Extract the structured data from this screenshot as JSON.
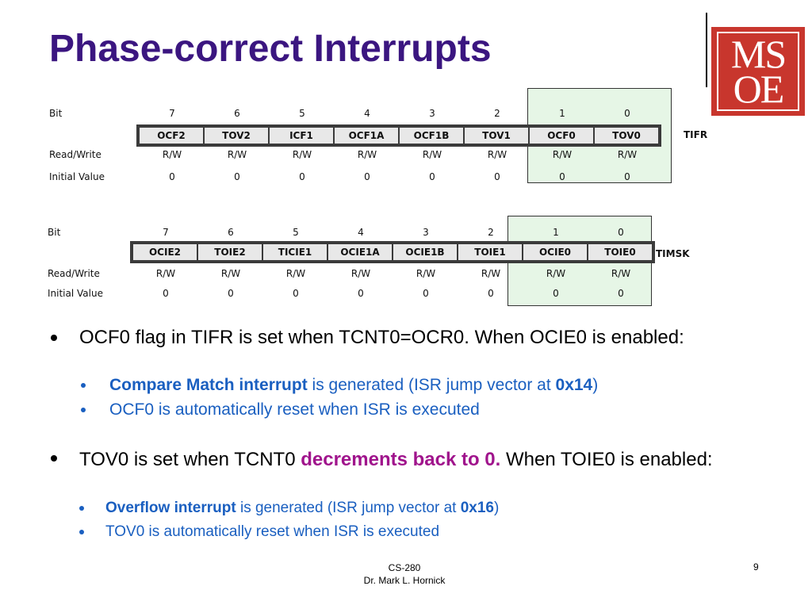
{
  "title": "Phase-correct Interrupts",
  "logo": {
    "line1": "MS",
    "line2": "OE"
  },
  "colors": {
    "title": "#3b1680",
    "accent_blue": "#1a5fc0",
    "accent_magenta": "#a0148c",
    "logo_red": "#c8362d"
  },
  "tifr": {
    "row_bit": "Bit",
    "row_rw": "Read/Write",
    "row_init": "Initial Value",
    "name": "TIFR",
    "bits": [
      "7",
      "6",
      "5",
      "4",
      "3",
      "2",
      "1",
      "0"
    ],
    "fields": [
      "OCF2",
      "TOV2",
      "ICF1",
      "OCF1A",
      "OCF1B",
      "TOV1",
      "OCF0",
      "TOV0"
    ],
    "rw": [
      "R/W",
      "R/W",
      "R/W",
      "R/W",
      "R/W",
      "R/W",
      "R/W",
      "R/W"
    ],
    "init": [
      "0",
      "0",
      "0",
      "0",
      "0",
      "0",
      "0",
      "0"
    ]
  },
  "timsk": {
    "row_bit": "Bit",
    "row_rw": "Read/Write",
    "row_init": "Initial Value",
    "name": "TIMSK",
    "bits": [
      "7",
      "6",
      "5",
      "4",
      "3",
      "2",
      "1",
      "0"
    ],
    "fields": [
      "OCIE2",
      "TOIE2",
      "TICIE1",
      "OCIE1A",
      "OCIE1B",
      "TOIE1",
      "OCIE0",
      "TOIE0"
    ],
    "rw": [
      "R/W",
      "R/W",
      "R/W",
      "R/W",
      "R/W",
      "R/W",
      "R/W",
      "R/W"
    ],
    "init": [
      "0",
      "0",
      "0",
      "0",
      "0",
      "0",
      "0",
      "0"
    ]
  },
  "bullet1": {
    "text": "OCF0 flag in TIFR is set when TCNT0=OCR0. When OCIE0 is enabled:",
    "sub1": {
      "bold": "Compare Match interrupt",
      "middle": " is generated (ISR jump vector at ",
      "vector": "0x14",
      "end": ")"
    },
    "sub2": "OCF0 is automatically reset when ISR is executed"
  },
  "bullet2": {
    "pre": "TOV0 is set when TCNT0 ",
    "emph": "decrements back to 0.",
    "post": " When TOIE0 is enabled:",
    "sub1": {
      "bold": "Overflow interrupt",
      "middle": " is generated (ISR jump vector at ",
      "vector": "0x16",
      "end": ")"
    },
    "sub2": "TOV0 is automatically reset when ISR is executed"
  },
  "footer": {
    "course": "CS-280",
    "author": "Dr. Mark L. Hornick",
    "page": "9"
  }
}
